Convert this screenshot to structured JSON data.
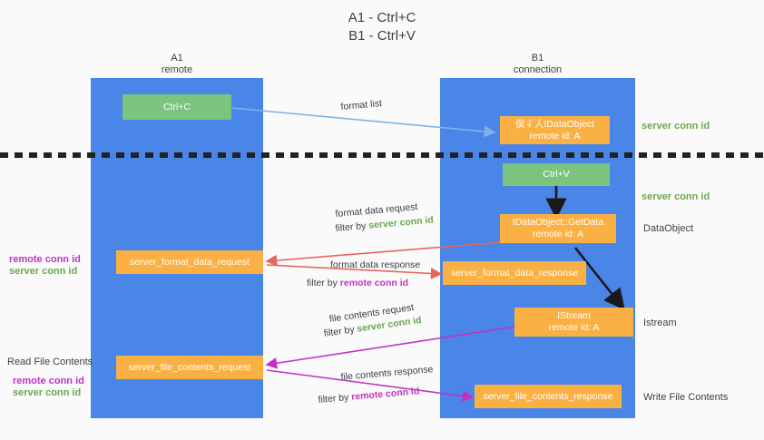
{
  "title": "A1 - Ctrl+C\nB1 - Ctrl+V",
  "lanes": [
    {
      "name": "left",
      "header": "A1\nremote"
    },
    {
      "name": "right",
      "header": "B1\nconnection"
    }
  ],
  "nodes": {
    "ctrl_c": {
      "label": "Ctrl+C",
      "color": "green"
    },
    "idataobject_top": {
      "line1": "俣彳人IDataObject",
      "line2": "remote id: A",
      "color": "orange"
    },
    "ctrl_v": {
      "label": "Ctrl+V",
      "color": "green"
    },
    "getdata": {
      "line1": "IDataObject::GetData",
      "line2": "remote id: A",
      "color": "orange"
    },
    "istream": {
      "line1": "IStream",
      "line2": "remote id: A",
      "color": "orange"
    },
    "server_format_data_request": {
      "label": "server_format_data_request",
      "color": "orange"
    },
    "server_format_data_response": {
      "label": "server_format_data_response",
      "color": "orange"
    },
    "server_file_contents_request": {
      "label": "server_file_contents_request",
      "color": "orange"
    },
    "server_file_contents_response": {
      "label": "server_file_contents_response",
      "color": "orange"
    }
  },
  "right_labels": {
    "server_conn_id_1": "server conn id",
    "server_conn_id_2": "server conn id",
    "dataobject": "DataObject",
    "istream": "Istream",
    "write_file_contents": "Write File Contents"
  },
  "left_labels": {
    "remote_conn_id_1": "remote conn id",
    "server_conn_id_1": "server conn id",
    "read_file_contents": "Read File Contents",
    "remote_conn_id_2": "remote conn id",
    "server_conn_id_2": "server conn id"
  },
  "edges": {
    "format_list": {
      "label": "format list"
    },
    "format_data_request": {
      "line1": "format data request",
      "filter_prefix": "filter by ",
      "filter_value": "server conn id"
    },
    "format_data_response": {
      "line1": "format data response",
      "filter_prefix": "filter by ",
      "filter_value": "remote conn id"
    },
    "file_contents_request": {
      "line1": "file contents request",
      "filter_prefix": "filter by ",
      "filter_value": "server conn id"
    },
    "file_contents_response": {
      "line1": "file contents response",
      "filter_prefix": "filter by ",
      "filter_value": "remote conn id"
    }
  },
  "colors": {
    "lane": "#4a86e8",
    "green_node": "#7bc47f",
    "orange_node": "#fbb044",
    "green_text": "#6aa84f",
    "magenta_text": "#c232c2",
    "arrow_lightblue": "#7fb3e8",
    "arrow_red": "#e8645a",
    "arrow_magenta": "#c232c2",
    "arrow_dark": "#1a1a1a",
    "background": "#fafafa"
  }
}
